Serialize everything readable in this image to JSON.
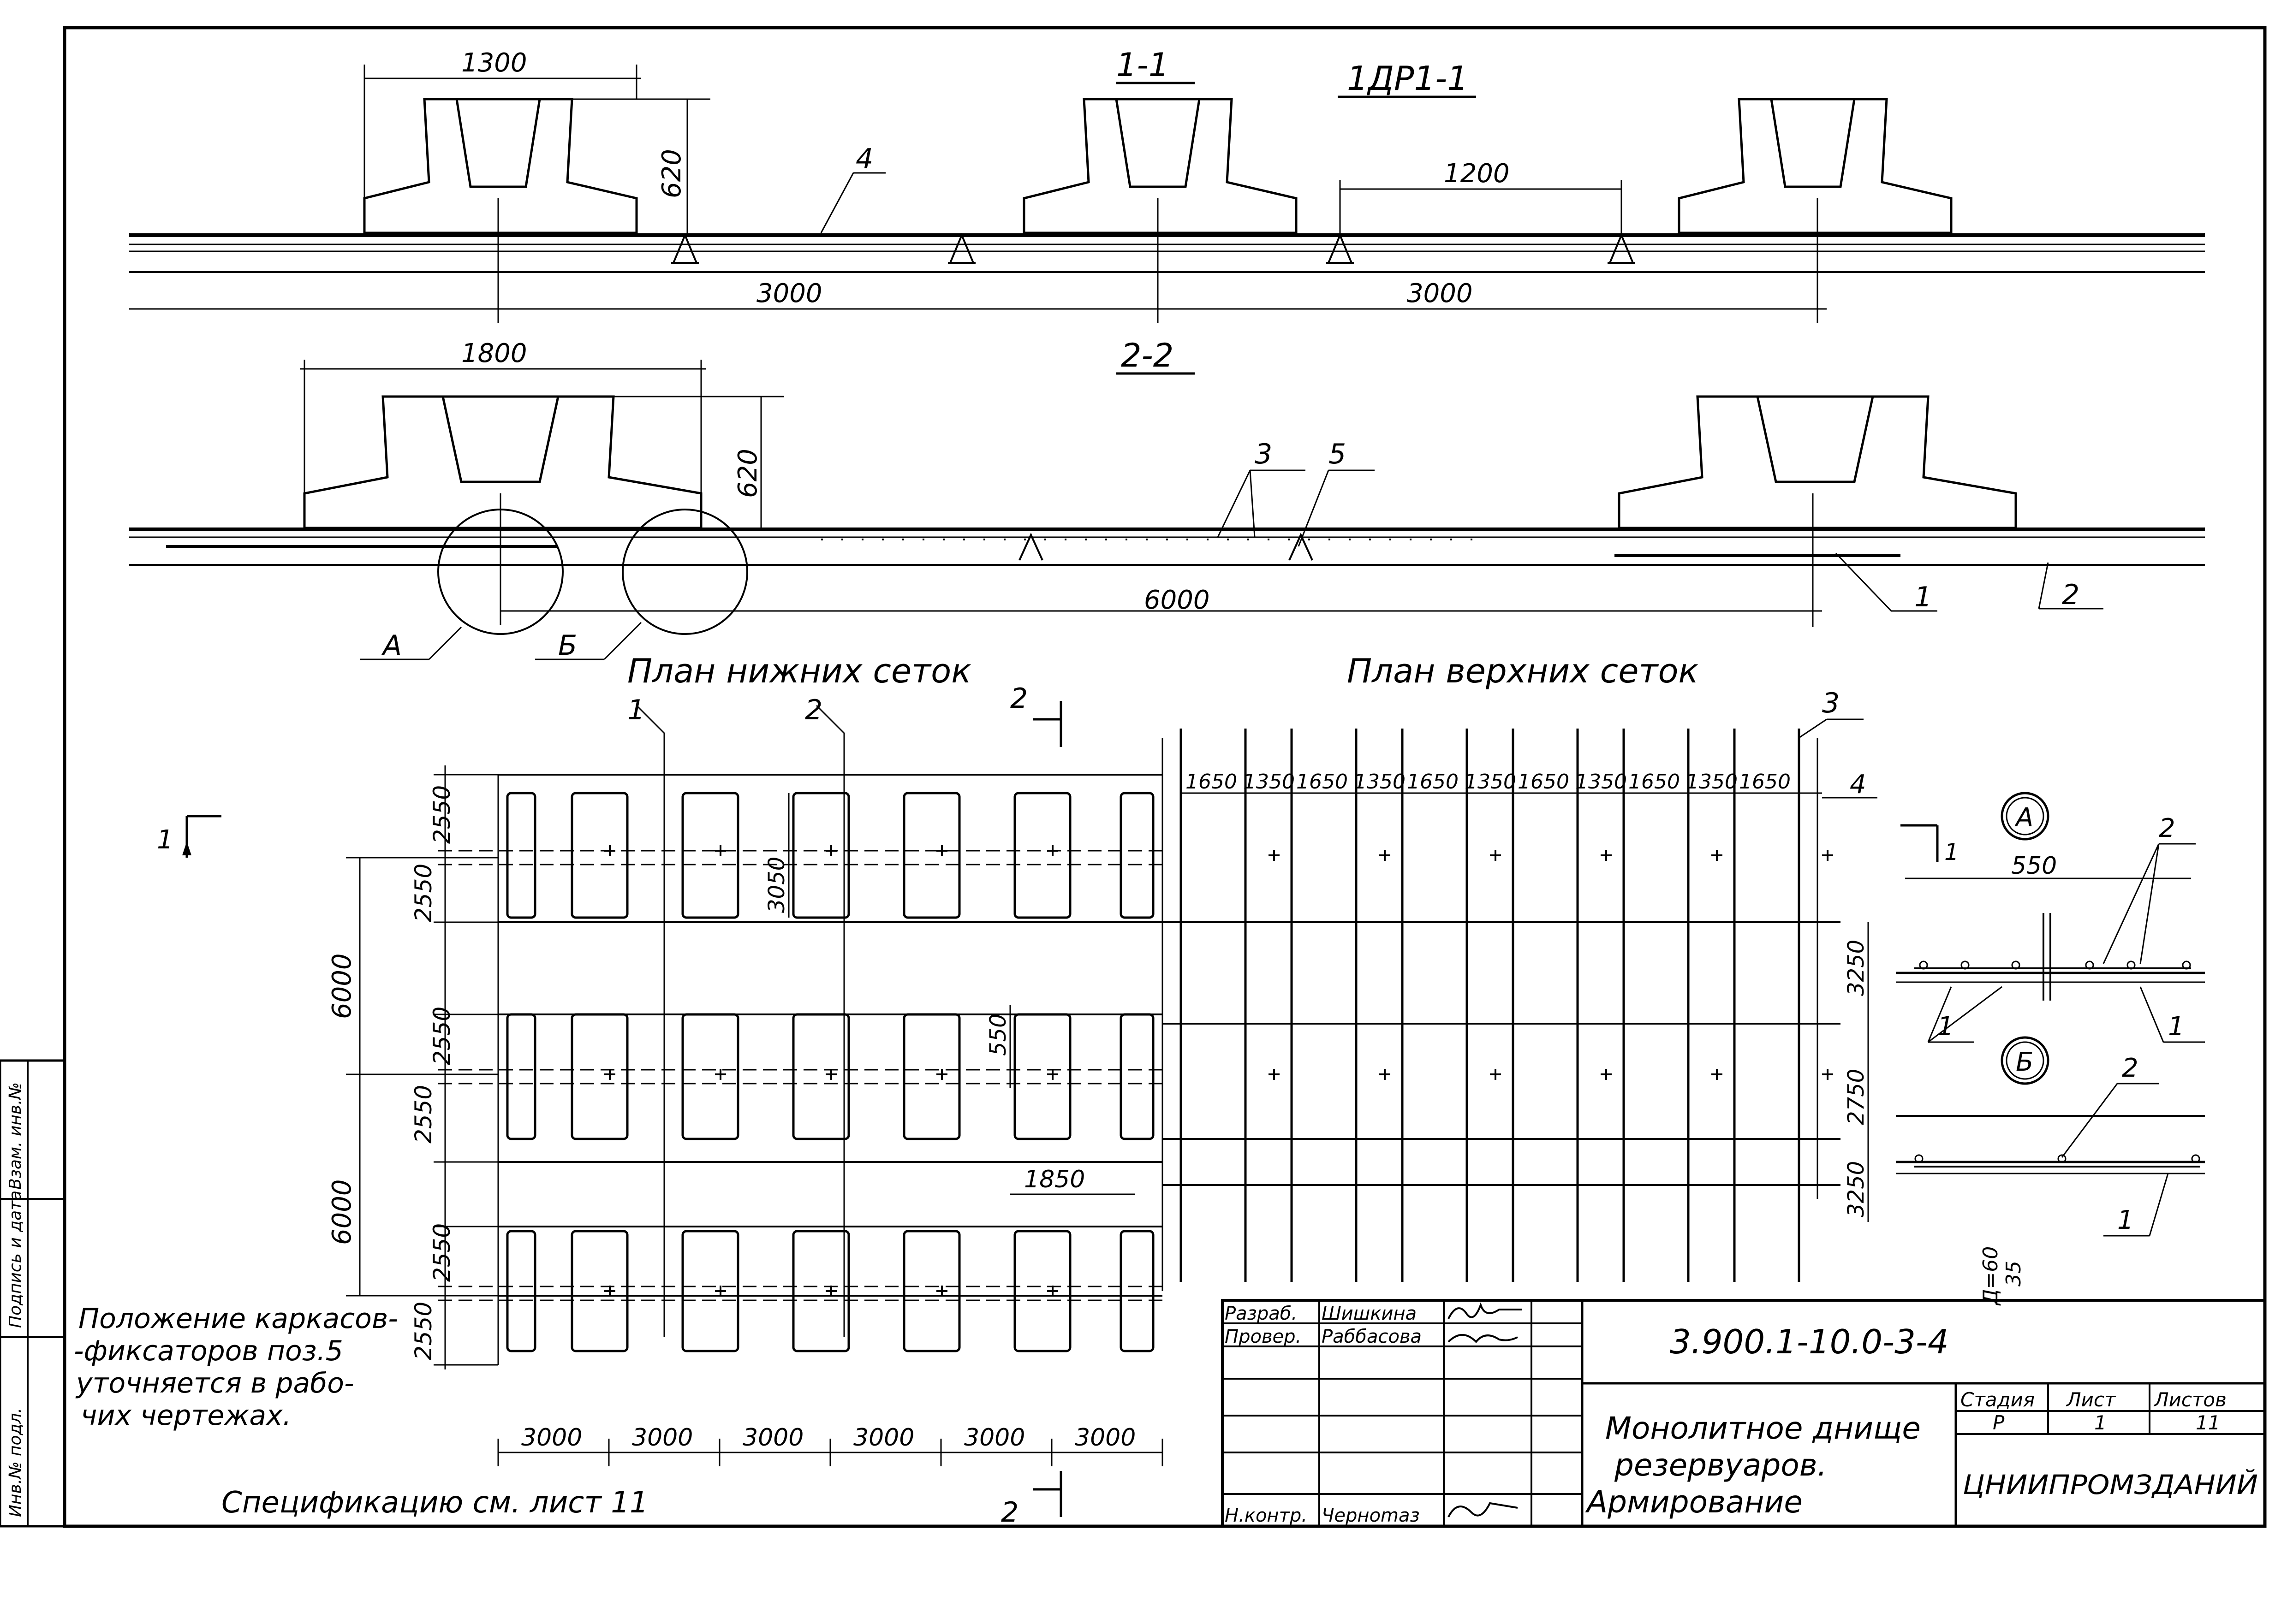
{
  "section_11": {
    "title": "1-1",
    "mark": "1ДР1-1"
  },
  "section_22": {
    "title": "2-2"
  },
  "dims": {
    "d1300": "1300",
    "d620a": "620",
    "d1200": "1200",
    "d3000a": "3000",
    "d3000b": "3000",
    "d1800": "1800",
    "d620b": "620",
    "d6000": "6000",
    "d550": "550",
    "d3250a": "3250",
    "d2750": "2750",
    "d3250b": "3250",
    "d1850": "1850",
    "d550b": "550",
    "d3050": "3050",
    "d6000v1": "6000",
    "d6000v2": "6000",
    "d60": "Д=60"
  },
  "leaders": {
    "p1": "1",
    "p2": "2",
    "p3": "3",
    "p4": "4",
    "p5": "5",
    "pA": "А",
    "pB": "Б"
  },
  "lower_plan": {
    "title": "План нижних сеток",
    "marks": [
      "1",
      "2"
    ],
    "row_dims": [
      "2550",
      "2550",
      "2550",
      "2550",
      "2550",
      "2550"
    ],
    "col_dims": [
      "3000",
      "3000",
      "3000",
      "3000",
      "3000",
      "3000"
    ],
    "cut_mark": "2"
  },
  "upper_plan": {
    "title": "План верхних сеток",
    "marks": [
      "3",
      "4"
    ],
    "strip_dims": [
      "1650",
      "1350",
      "1650",
      "1350",
      "1650",
      "1350",
      "1650",
      "1350",
      "1650",
      "1350",
      "1650"
    ]
  },
  "detail_A": {
    "label": "А",
    "dim": "550",
    "marks": [
      "2",
      "1",
      "1"
    ]
  },
  "detail_B": {
    "label": "Б",
    "marks": [
      "2",
      "1"
    ],
    "dim": "35"
  },
  "section_mark_1": "1",
  "note": [
    "Положение каркасов-",
    "-фиксаторов поз.5",
    "уточняется в рабо-",
    "чих чертежах."
  ],
  "spec_ref": "Спецификацию см. лист 11",
  "side_stamp": [
    "Инв.№ подл.",
    "Подпись и дата",
    "Взам. инв.№"
  ],
  "title_block": {
    "rows": [
      {
        "role": "Разраб.",
        "name": "Шишкина"
      },
      {
        "role": "Провер.",
        "name": "Раббасова"
      },
      {
        "role": "",
        "name": ""
      },
      {
        "role": "",
        "name": ""
      },
      {
        "role": "",
        "name": ""
      },
      {
        "role": "Н.контр.",
        "name": "Черноmaз"
      }
    ],
    "code": "3.900.1-10.0-3-4",
    "name_lines": [
      "Монолитное днище",
      "резервуаров.",
      "Армирование"
    ],
    "stage_header": "Стадия",
    "sheet_header": "Лист",
    "sheets_header": "Листов",
    "stage": "Р",
    "sheet": "1",
    "sheets": "11",
    "org": "ЦНИИПРОМЗДАНИЙ"
  }
}
